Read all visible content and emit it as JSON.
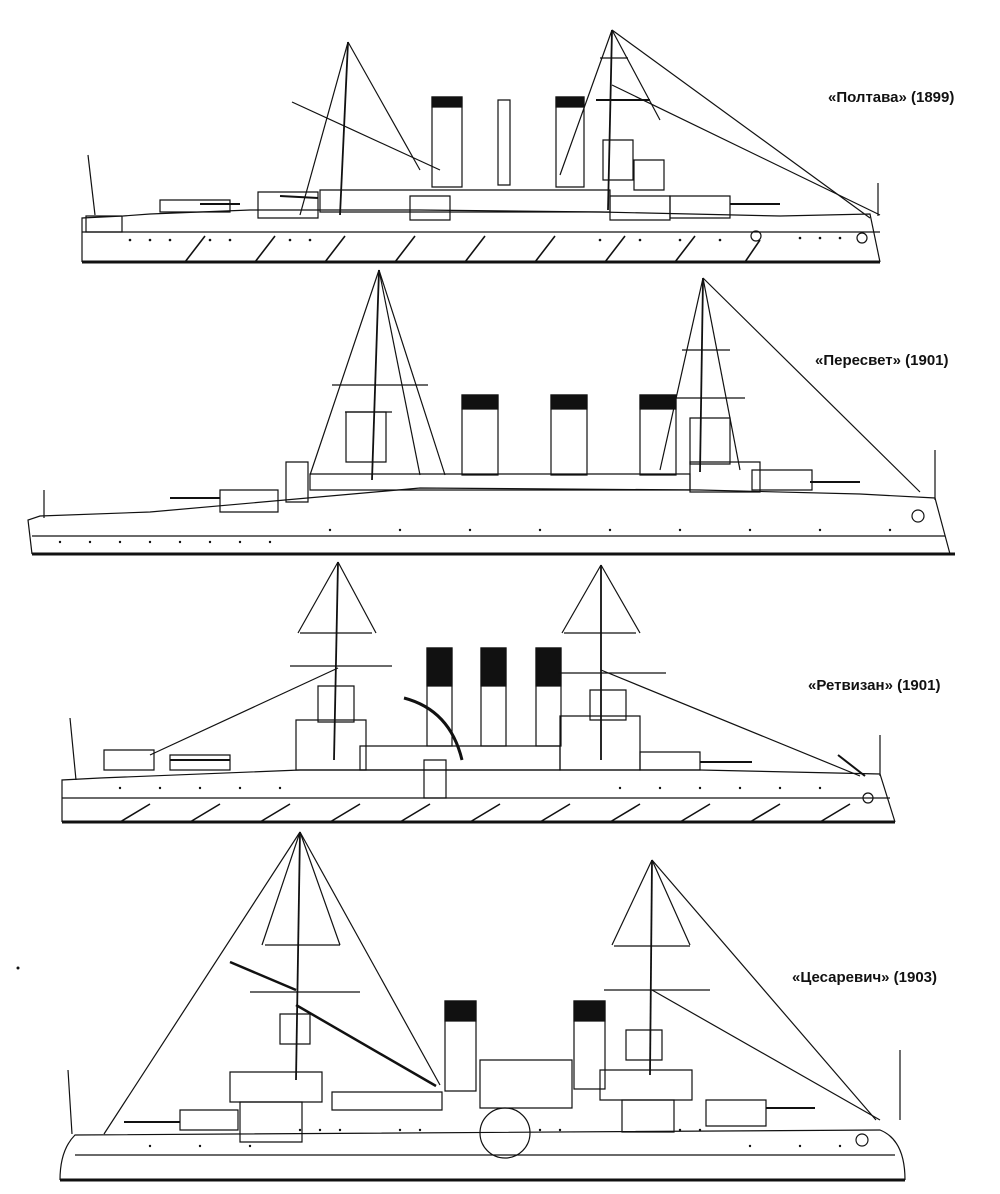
{
  "ships": [
    {
      "id": "poltava",
      "caption": "«Полтава» (1899)"
    },
    {
      "id": "peresvet",
      "caption": "«Пересвет» (1901)"
    },
    {
      "id": "retvizan",
      "caption": "«Ретвизан» (1901)"
    },
    {
      "id": "tsesarevich",
      "caption": "«Цесаревич» (1903)"
    }
  ]
}
